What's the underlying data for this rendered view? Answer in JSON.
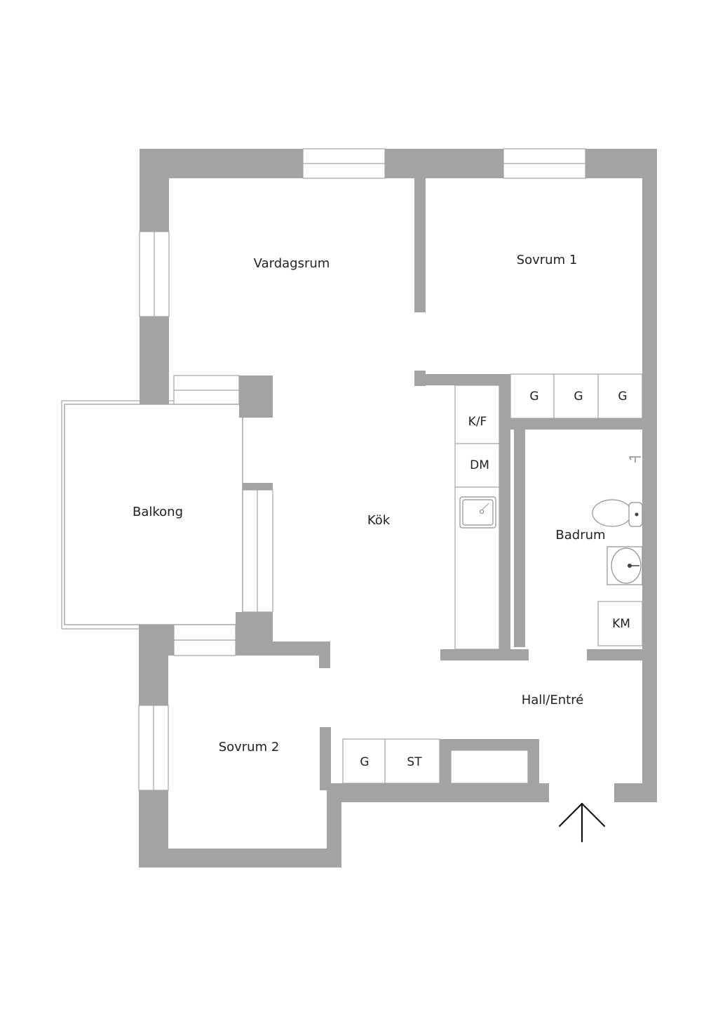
{
  "rooms": {
    "vardagsrum": "Vardagsrum",
    "sovrum1": "Sovrum 1",
    "balkong": "Balkong",
    "kok": "Kök",
    "badrum": "Badrum",
    "hall": "Hall/Entré",
    "sovrum2": "Sovrum 2"
  },
  "cabinets": {
    "hall_g1": "G",
    "hall_g2": "G",
    "hall_g3": "G",
    "kf": "K/F",
    "dm": "DM",
    "km": "KM",
    "sov2_g": "G",
    "st": "ST"
  },
  "icons": {
    "entrance": "arrow-up-icon",
    "sink": "sink-icon",
    "toilet": "toilet-icon",
    "washbasin": "washbasin-icon",
    "shower": "shower-icon"
  }
}
